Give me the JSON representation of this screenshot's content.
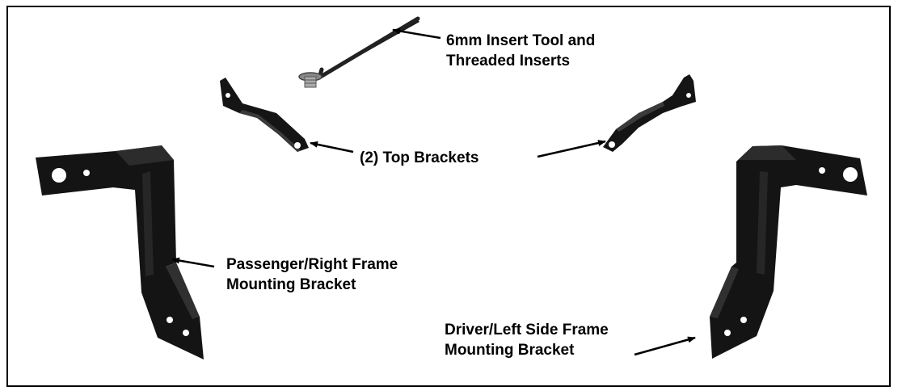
{
  "labels": {
    "insert_tool_line1": "6mm Insert Tool and",
    "insert_tool_line2": "Threaded Inserts",
    "top_brackets": "(2) Top Brackets",
    "passenger_line1": "Passenger/Right Frame",
    "passenger_line2": "Mounting Bracket",
    "driver_line1": "Driver/Left Side Frame",
    "driver_line2": "Mounting Bracket"
  },
  "colors": {
    "bracket": "#151515",
    "bracket_highlight": "#3a3a3a",
    "border": "#000000",
    "background": "#ffffff"
  }
}
